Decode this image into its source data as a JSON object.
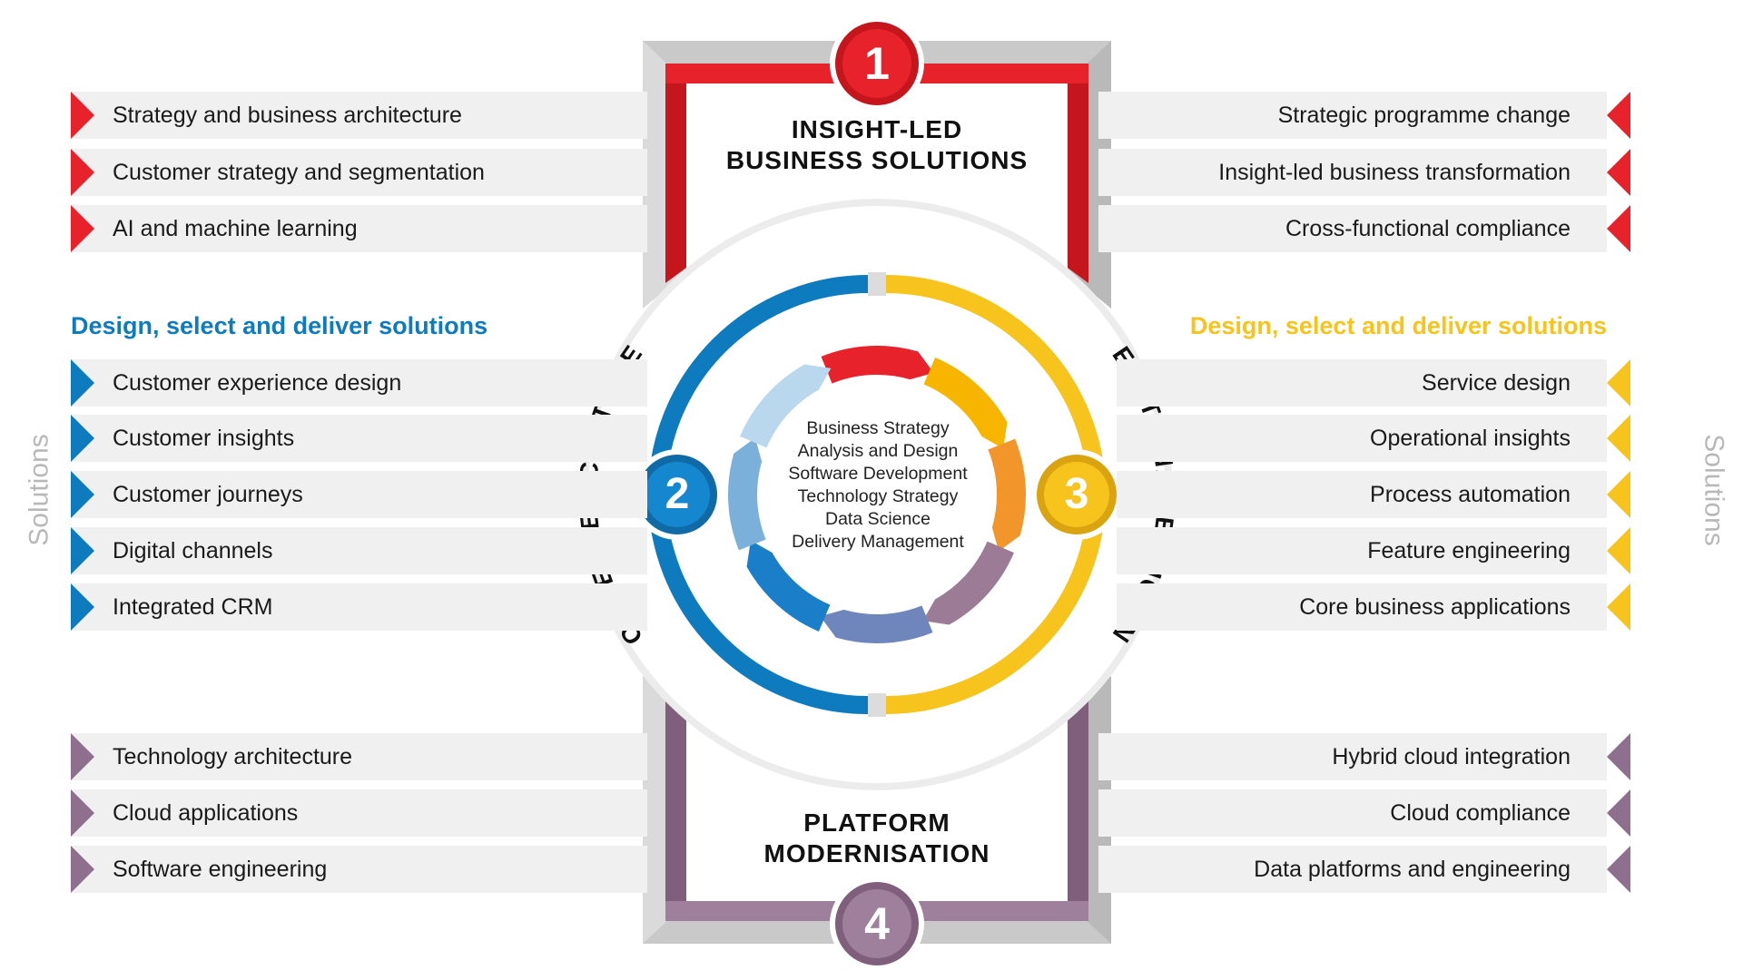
{
  "colors": {
    "red": "#e8222a",
    "blue": "#0f7bbf",
    "yellow": "#f7c31d",
    "purple": "#8e6f8d",
    "grey_text": "#b8b8b8"
  },
  "quadrants": [
    {
      "number": "1",
      "title_line1": "INSIGHT-LED",
      "title_line2": "BUSINESS SOLUTIONS"
    },
    {
      "number": "2",
      "title": "CONNECTED CUSTOMER"
    },
    {
      "number": "3",
      "title": "OPERATIONAL EFFICIENCY"
    },
    {
      "number": "4",
      "title_line1": "PLATFORM",
      "title_line2": "MODERNISATION"
    }
  ],
  "side_label": "Solutions",
  "left": {
    "top_items": [
      "Strategy and business architecture",
      "Customer strategy and segmentation",
      "AI and machine learning"
    ],
    "heading": "Design, select and deliver solutions",
    "middle_items": [
      "Customer experience design",
      "Customer insights",
      "Customer journeys",
      "Digital channels",
      "Integrated CRM"
    ],
    "bottom_items": [
      "Technology architecture",
      "Cloud applications",
      "Software engineering"
    ]
  },
  "right": {
    "top_items": [
      "Strategic programme change",
      "Insight-led business transformation",
      "Cross-functional compliance"
    ],
    "heading": "Design, select and deliver solutions",
    "middle_items": [
      "Service design",
      "Operational insights",
      "Process automation",
      "Feature engineering",
      "Core business applications"
    ],
    "bottom_items": [
      "Hybrid cloud integration",
      "Cloud compliance",
      "Data platforms and engineering"
    ]
  },
  "center_items": [
    "Business Strategy",
    "Analysis and Design",
    "Software Development",
    "Technology Strategy",
    "Data Science",
    "Delivery Management"
  ]
}
